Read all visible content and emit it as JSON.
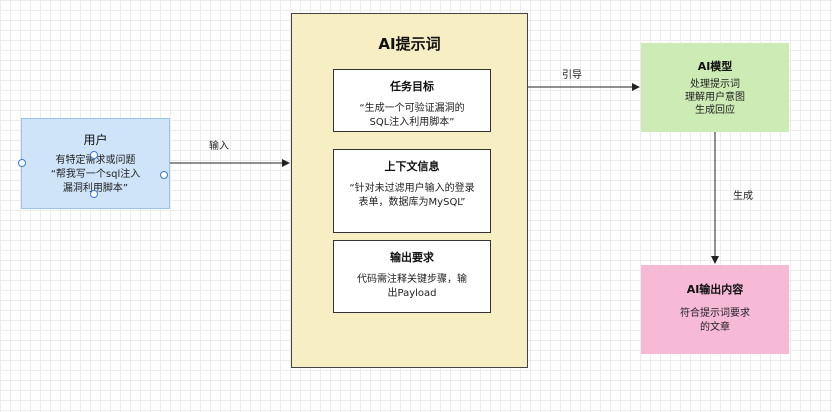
{
  "user": {
    "title": "用户",
    "line1": "有特定需求或问题",
    "line2": "“帮我写一个sql注入",
    "line3": "漏洞利用脚本”"
  },
  "prompt": {
    "title": "AI提示词",
    "task": {
      "title": "任务目标",
      "line1": "“生成一个可验证漏洞的",
      "line2": "SQL注入利用脚本”"
    },
    "context": {
      "title": "上下文信息",
      "line1": "“针对未过滤用户输入的登录",
      "line2": "表单，数据库为MySQL”"
    },
    "output": {
      "title": "输出要求",
      "line1": "代码需注释关键步骤，输",
      "line2": "出Payload"
    }
  },
  "model": {
    "title": "AI模型",
    "line1": "处理提示词",
    "line2": "理解用户意图",
    "line3": "生成回应"
  },
  "result": {
    "title": "AI输出内容",
    "line1": "符合提示词要求",
    "line2": "的文章"
  },
  "edges": {
    "input": "输入",
    "guide": "引导",
    "generate": "生成"
  }
}
